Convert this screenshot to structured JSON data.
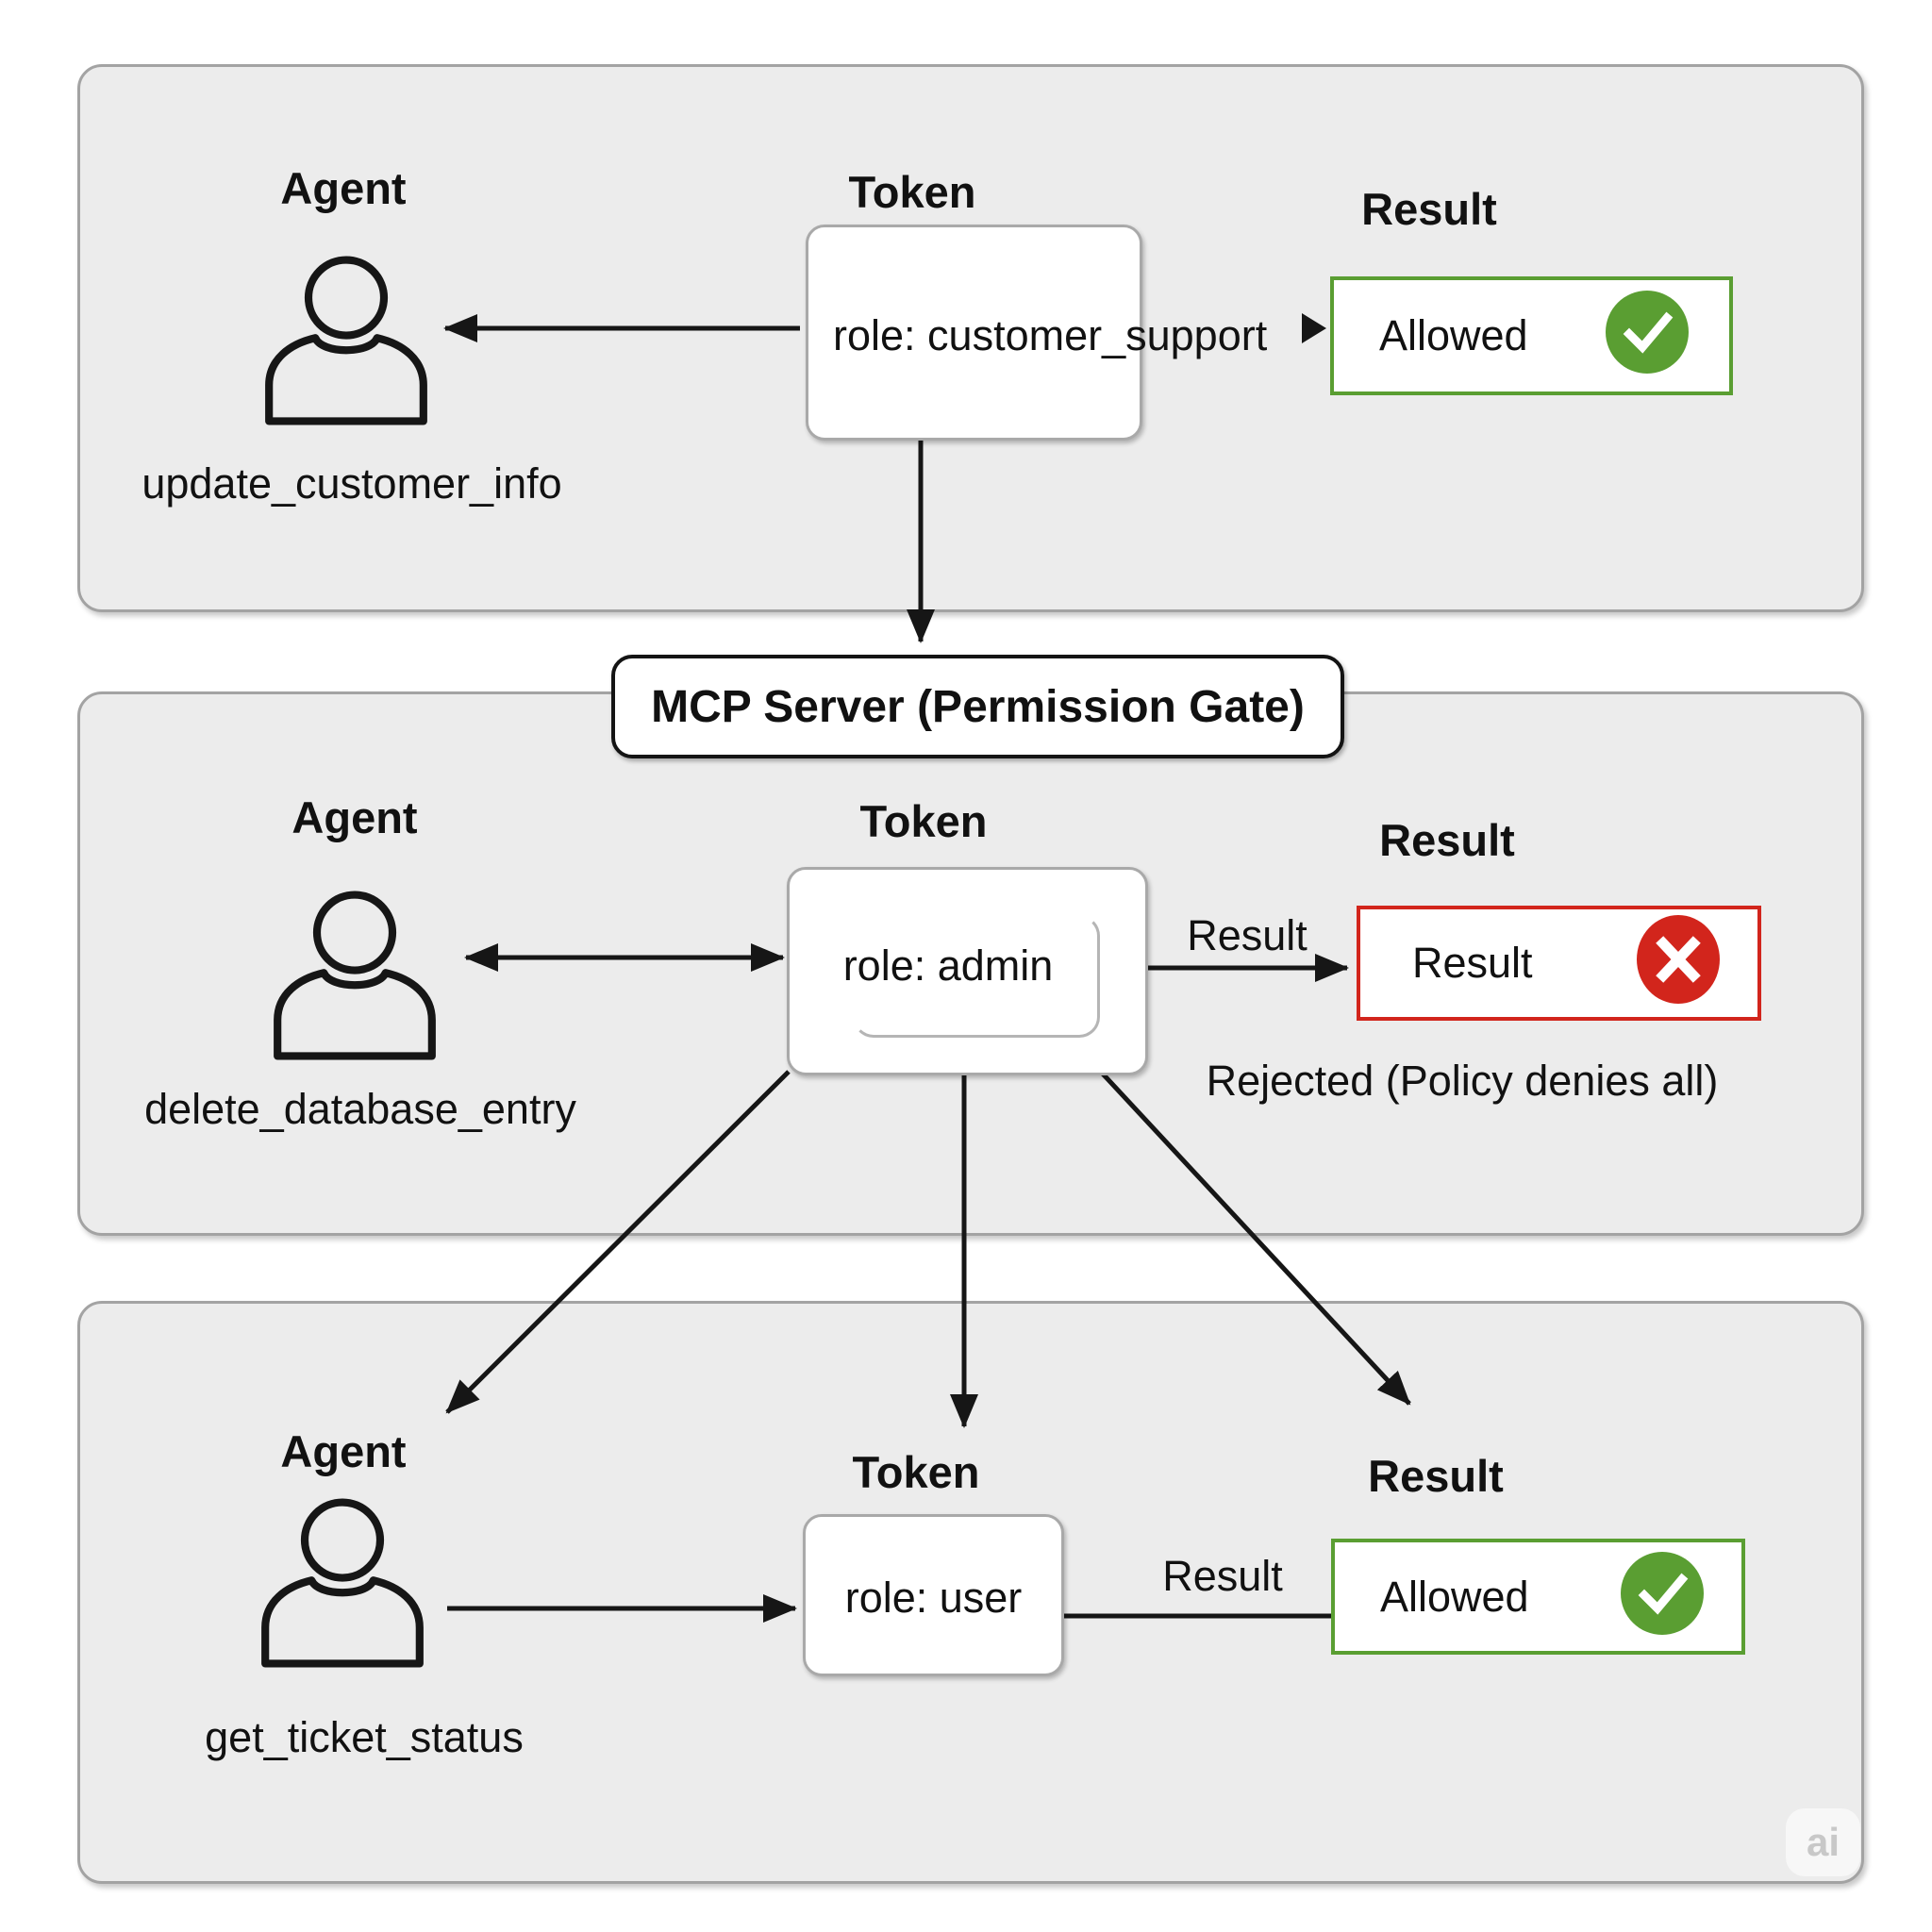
{
  "mcp": {
    "title": "MCP Server (Permission Gate)"
  },
  "rows": [
    {
      "agent_header": "Agent",
      "token_header": "Token",
      "result_header": "Result",
      "agent_tool": "update_customer_info",
      "token_role": "role: customer_support",
      "result_box_label": "Allowed",
      "result_status": "allowed"
    },
    {
      "agent_header": "Agent",
      "token_header": "Token",
      "result_header": "Result",
      "agent_tool": "delete_database_entry",
      "token_role": "role: admin",
      "result_arrow_label": "Result",
      "result_box_label": "Result",
      "result_status": "rejected",
      "rejection_note": "Rejected (Policy denies all)"
    },
    {
      "agent_header": "Agent",
      "token_header": "Token",
      "result_header": "Result",
      "agent_tool": "get_ticket_status",
      "token_role": "role: user",
      "result_arrow_label": "Result",
      "result_box_label": "Allowed",
      "result_status": "allowed"
    }
  ],
  "icons": {
    "agent": "person-icon",
    "allowed": "check-circle-icon",
    "rejected": "x-circle-icon"
  },
  "colors": {
    "allowed_green": "#5a9e32",
    "rejected_red": "#d2251c",
    "panel_bg": "#ececec",
    "line_black": "#161616"
  },
  "watermark": {
    "text": "ai"
  }
}
